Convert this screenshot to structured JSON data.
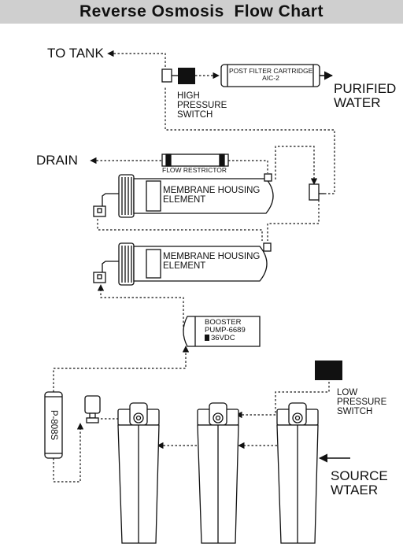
{
  "title": "Reverse Osmosis  Flow Chart",
  "labels": {
    "to_tank": "TO TANK",
    "drain": "DRAIN",
    "purified_water": [
      "PURIFIED",
      "WATER"
    ],
    "high_pressure_switch": [
      "HIGH",
      "PRESSURE",
      "SWITCH"
    ],
    "post_filter": [
      "POST FILTER CARTRIDGE",
      "AIC-2"
    ],
    "flow_restrictor": "FLOW RESTRICTOR",
    "membrane_housing_1": [
      "MEMBRANE HOUSING",
      "ELEMENT"
    ],
    "membrane_housing_2": [
      "MEMBRANE HOUSING",
      "ELEMENT"
    ],
    "booster_pump": [
      "BOOSTER",
      "PUMP-6689",
      "36VDC"
    ],
    "low_pressure_switch": [
      "LOW",
      "PRESSURE",
      "SWITCH"
    ],
    "uv_filter": "P-808S",
    "source_water": [
      "SOURCE",
      "WTAER"
    ]
  },
  "colors": {
    "line": "#111111",
    "title_bar": "#cfcfcf"
  }
}
